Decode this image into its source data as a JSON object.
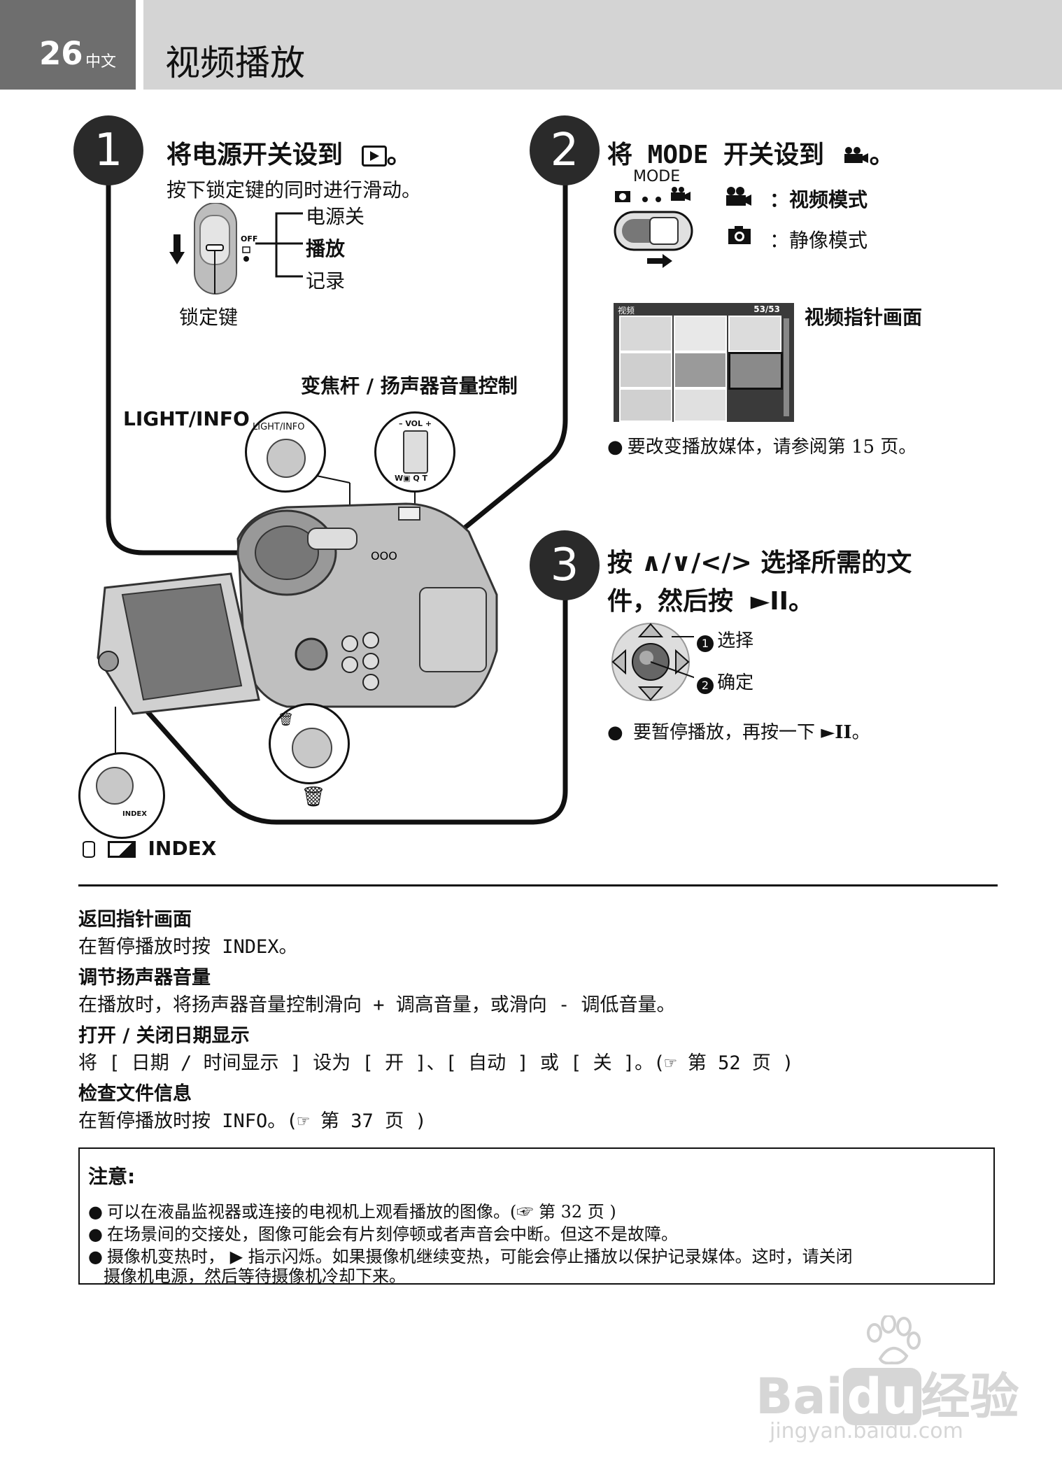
{
  "header": {
    "page_number": "26",
    "language": "中文",
    "title": "视频播放"
  },
  "step1": {
    "number": "1",
    "heading": "将电源开关设到",
    "heading_end": "。",
    "subtext": "按下锁定键的同时进行滑动。",
    "switch_labels": [
      "电源关",
      "播放",
      "记录"
    ],
    "switch_marks": "OFF",
    "lock_label": "锁定键"
  },
  "step2": {
    "number": "2",
    "heading_prefix": "将 MODE 开关设到",
    "heading_end": "。",
    "mode_label": "MODE",
    "video_mode": "：视频模式",
    "still_mode": "：静像模式",
    "index_title": "视频指针画面",
    "index_header_left": "视频",
    "index_header_right": "53/53",
    "bullet": "要改变播放媒体，请参阅第 15 页。"
  },
  "step3": {
    "number": "3",
    "heading_line1": "按 ∧/∨/</> 选择所需的文",
    "heading_line2": "件，然后按",
    "heading_end": "。",
    "play_pause": "►II",
    "select_label": "选择",
    "confirm_label": "确定",
    "bullet_prefix": "要暂停播放，再按一下",
    "bullet_suffix": "。"
  },
  "camera": {
    "zoom_label": "变焦杆 / 扬声器音量控制",
    "light_info_label": "LIGHT/INFO",
    "light_info_button": "LIGHT/INFO",
    "vol_label": "– VOL +",
    "wt_label": "W▣  Q T",
    "index_button": "INDEX",
    "index_caption": "INDEX",
    "lcd_marks": "OOO"
  },
  "sections": [
    {
      "title": "返回指针画面",
      "body": "在暂停播放时按 INDEX。"
    },
    {
      "title": "调节扬声器音量",
      "body": "在播放时，将扬声器音量控制滑向 + 调高音量，或滑向 - 调低音量。"
    },
    {
      "title": "打开 / 关闭日期显示",
      "body": "将 [ 日期 / 时间显示 ] 设为 [ 开 ]、[ 自动 ] 或 [ 关 ]。(☞ 第 52 页 )"
    },
    {
      "title": "检查文件信息",
      "body": "在暂停播放时按 INFO。(☞ 第 37 页 )"
    }
  ],
  "note": {
    "title": "注意:",
    "items": [
      "可以在液晶监视器或连接的电视机上观看播放的图像。(☞ 第 32 页 )",
      "在场景间的交接处，图像可能会有片刻停顿或者声音会中断。但这不是故障。",
      "摄像机变热时， ▶ 指示闪烁。如果摄像机继续变热，可能会停止播放以保护记录媒体。这时，请关闭",
      "摄像机电源，然后等待摄像机冷却下来。"
    ]
  },
  "watermark": {
    "brand": "Bai",
    "brand2": "du",
    "brand3": "经验",
    "url": "jingyan.baidu.com"
  }
}
